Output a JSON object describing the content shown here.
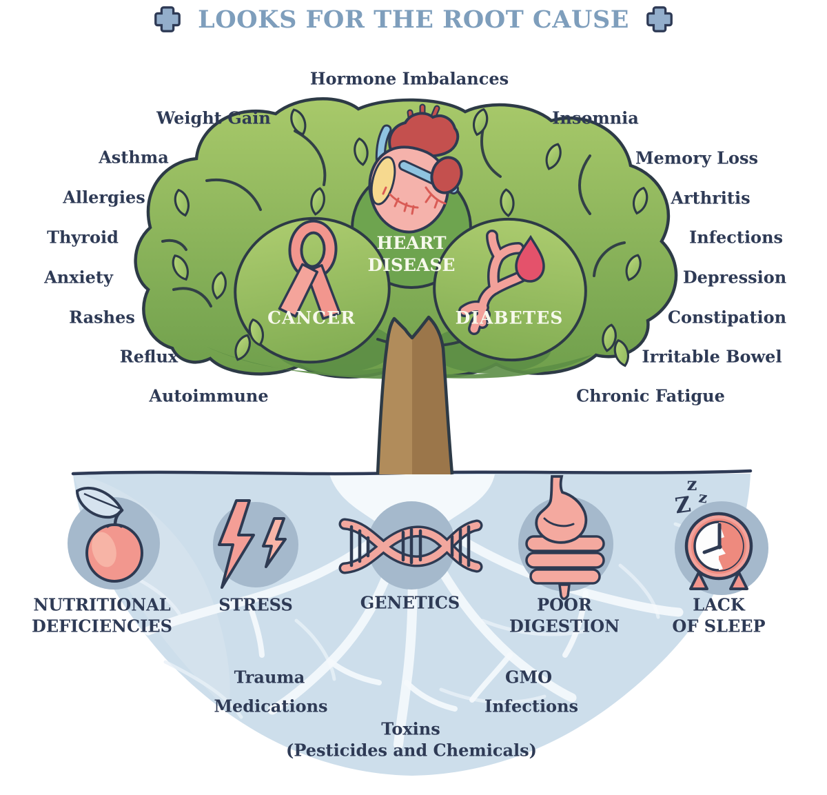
{
  "title": "LOOKS FOR THE ROOT CAUSE",
  "symptoms": [
    "Hormone Imbalances",
    "Weight Gain",
    "Insomnia",
    "Asthma",
    "Memory Loss",
    "Allergies",
    "Arthritis",
    "Thyroid",
    "Infections",
    "Anxiety",
    "Depression",
    "Rashes",
    "Constipation",
    "Reflux",
    "Irritable Bowel",
    "Autoimmune",
    "Chronic Fatigue"
  ],
  "diseases": {
    "heart": [
      "HEART",
      "DISEASE"
    ],
    "cancer": "CANCER",
    "diabetes": "DIABETES"
  },
  "root_causes": [
    {
      "lines": [
        "NUTRITIONAL",
        "DEFICIENCIES"
      ],
      "icon": "apple-icon"
    },
    {
      "lines": [
        "STRESS"
      ],
      "icon": "lightning-icon"
    },
    {
      "lines": [
        "GENETICS"
      ],
      "icon": "dna-icon"
    },
    {
      "lines": [
        "POOR",
        "DIGESTION"
      ],
      "icon": "digestive-tract-icon"
    },
    {
      "lines": [
        "LACK",
        "OF SLEEP"
      ],
      "icon": "alarm-clock-icon"
    }
  ],
  "other_causes": [
    "Trauma",
    "Medications",
    "GMO",
    "Infections",
    "Toxins",
    "(Pesticides and Chemicals)"
  ],
  "sleep_zs": [
    "z",
    "Z",
    "z"
  ],
  "colors": {
    "navy": "#2e3a55",
    "title_blue": "#7e9ebc",
    "cross_fill": "#93aecb",
    "canopy_green": "#7fae55",
    "canopy_dark": "#5d8f46",
    "soil_blue": "#cddeeb",
    "circle_blue": "#a5b9cc",
    "salmon": "#f2a19a",
    "heart_red": "#c4504e",
    "drop_red": "#e4526b",
    "vessel_blue": "#8fc3e0",
    "heart_yellow": "#f6d98f",
    "trunk_light": "#b18c5b",
    "trunk_dark": "#9b764a",
    "root_white": "#f6fafd"
  }
}
